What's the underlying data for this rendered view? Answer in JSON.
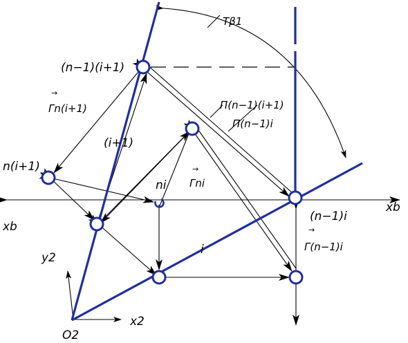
{
  "labels": {
    "n1_i1": "(n−1)(i+1)",
    "t_beta": "Tβ1",
    "gamma_n_i1": "Γn(i+1)",
    "pi_n1_i1": "Π(n−1)(i+1)",
    "pi_n1_i": "Π(n−1)i",
    "i_plus_1": "(i+1)",
    "n_i1": "n(i+1)",
    "gamma_ni": "Γni",
    "n_i": "ni",
    "x_b_left": "xb",
    "x_b_right": "xb",
    "n1_i": "(n−1)i",
    "gamma_n1_i": "Γ(n−1)i",
    "i": "i",
    "y2": "y2",
    "x2": "x2",
    "o2": "O2"
  }
}
